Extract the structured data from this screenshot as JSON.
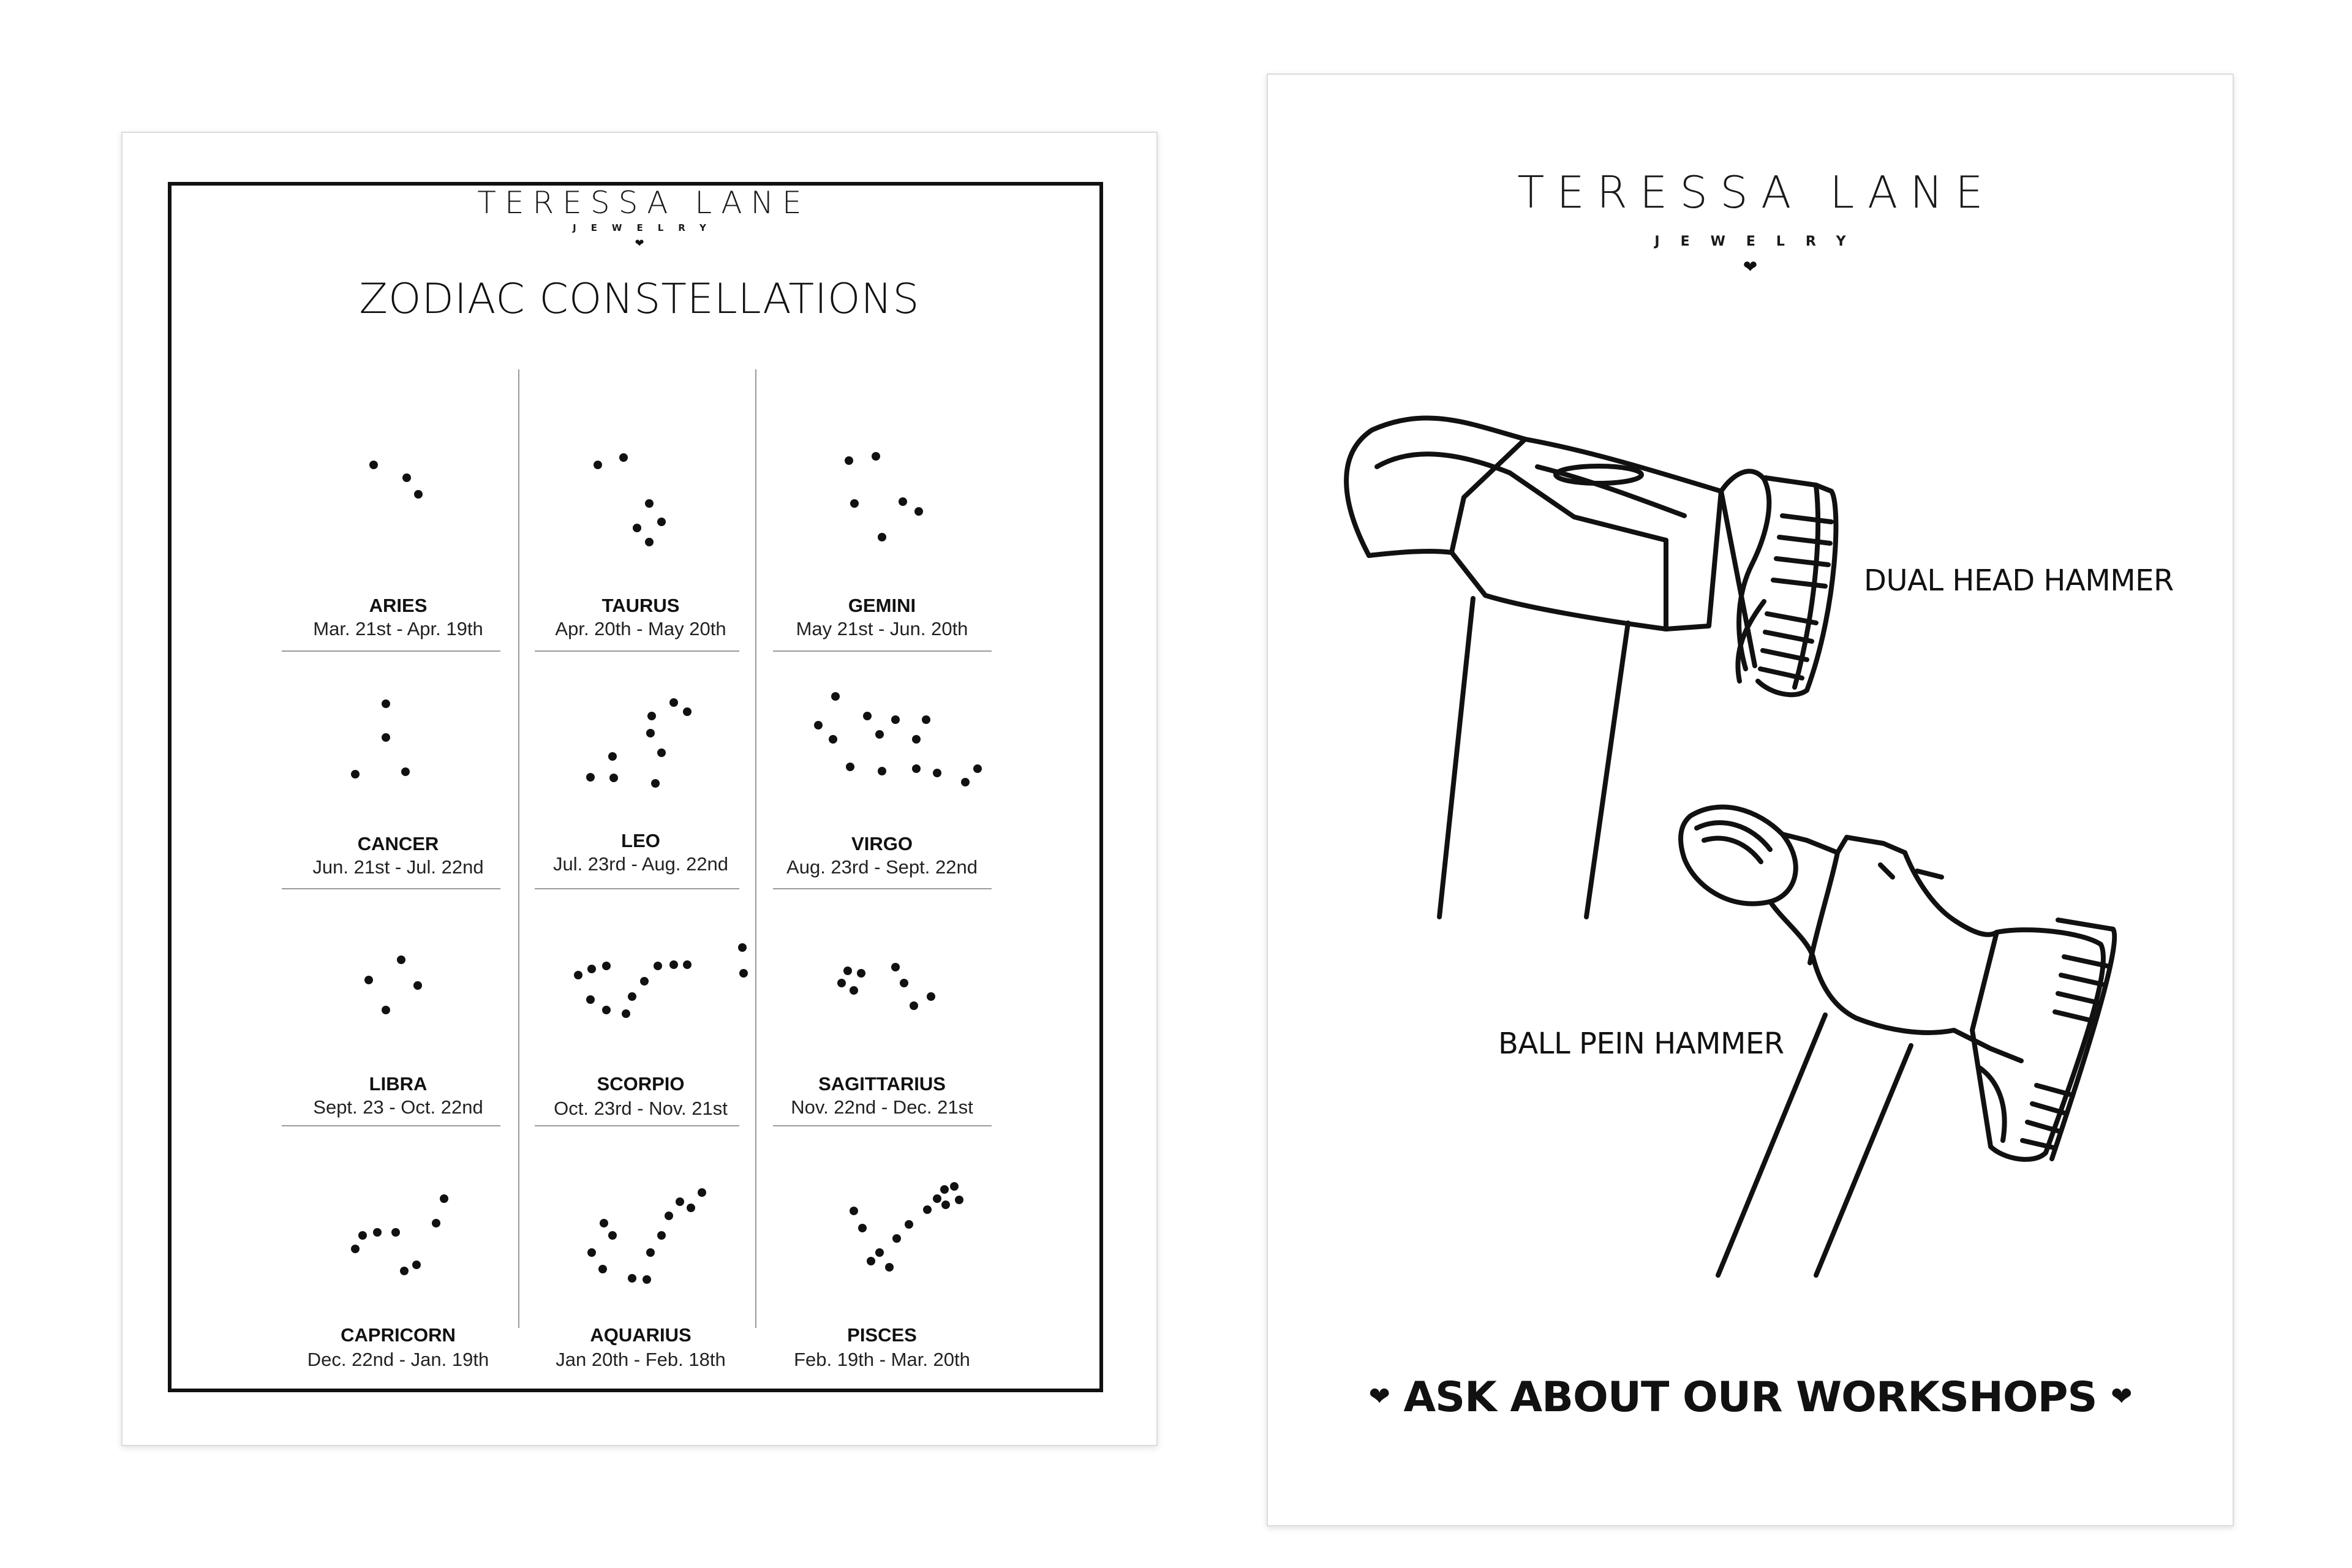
{
  "zodiac_poster": {
    "brand_name": "TERESSA LANE",
    "brand_subtitle": "JEWELRY",
    "heart_glyph": "❤",
    "title": "ZODIAC CONSTELLATIONS",
    "signs": [
      {
        "name": "ARIES",
        "dates": "Mar. 21st - Apr. 19th"
      },
      {
        "name": "TAURUS",
        "dates": "Apr. 20th - May 20th"
      },
      {
        "name": "GEMINI",
        "dates": "May 21st - Jun. 20th"
      },
      {
        "name": "CANCER",
        "dates": "Jun. 21st - Jul. 22nd"
      },
      {
        "name": "LEO",
        "dates": "Jul. 23rd - Aug. 22nd"
      },
      {
        "name": "VIRGO",
        "dates": "Aug. 23rd - Sept. 22nd"
      },
      {
        "name": "LIBRA",
        "dates": "Sept. 23 - Oct. 22nd"
      },
      {
        "name": "SCORPIO",
        "dates": "Oct. 23rd - Nov. 21st"
      },
      {
        "name": "SAGITTARIUS",
        "dates": "Nov. 22nd - Dec. 21st"
      },
      {
        "name": "CAPRICORN",
        "dates": "Dec. 22nd - Jan. 19th"
      },
      {
        "name": "AQUARIUS",
        "dates": "Jan 20th - Feb. 18th"
      },
      {
        "name": "PISCES",
        "dates": "Feb. 19th - Mar. 20th"
      }
    ]
  },
  "workshop_poster": {
    "brand_name": "TERESSA LANE",
    "brand_subtitle": "JEWELRY",
    "heart_glyph": "❤",
    "hammer_dual_label": "DUAL HEAD HAMMER",
    "hammer_ball_label": "BALL PEIN HAMMER",
    "cta_heart": "❤",
    "cta_text": "ASK ABOUT OUR WORKSHOPS"
  }
}
